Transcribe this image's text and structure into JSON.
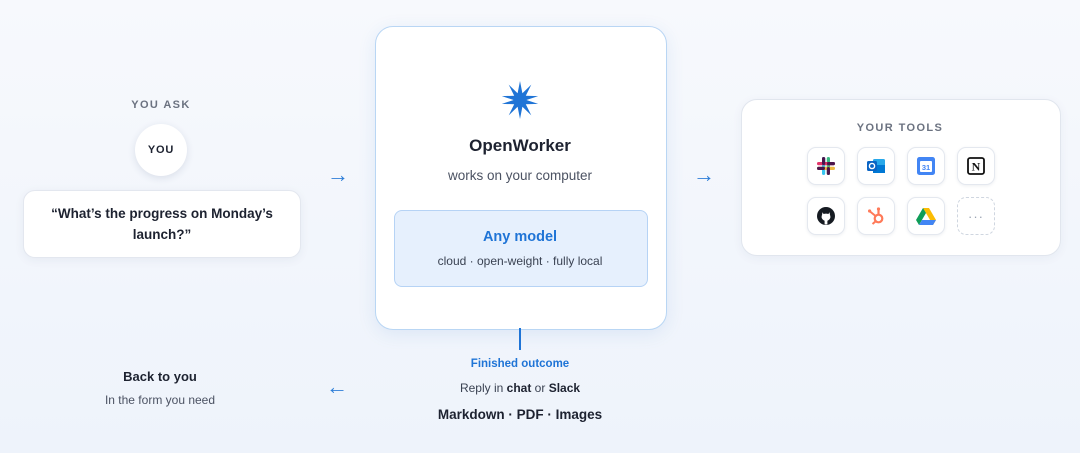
{
  "you_ask": {
    "heading": "YOU ASK",
    "avatar_label": "YOU",
    "question": "“What’s the progress on Monday’s launch?”"
  },
  "openworker": {
    "title": "OpenWorker",
    "subtitle": "works on your computer",
    "model_title": "Any model",
    "model_options": "cloud · open-weight · fully local"
  },
  "tools": {
    "heading": "YOUR TOOLS",
    "items": [
      "slack-icon",
      "outlook-icon",
      "google-calendar-icon",
      "notion-icon",
      "github-icon",
      "hubspot-icon",
      "google-drive-icon",
      "more-icon"
    ],
    "more_label": "···",
    "calendar_number": "31",
    "notion_letter": "N"
  },
  "outcome": {
    "label": "Finished outcome",
    "reply_prefix": "Reply in",
    "reply_chat": "chat",
    "reply_or": "or",
    "reply_slack": "Slack",
    "formats": "Markdown · PDF · Images"
  },
  "back": {
    "title": "Back to you",
    "subtitle": "In the form you need"
  },
  "colors": {
    "accent": "#1f74d6",
    "card_border": "#b9d6f4",
    "model_bg": "#e6f0fd"
  }
}
